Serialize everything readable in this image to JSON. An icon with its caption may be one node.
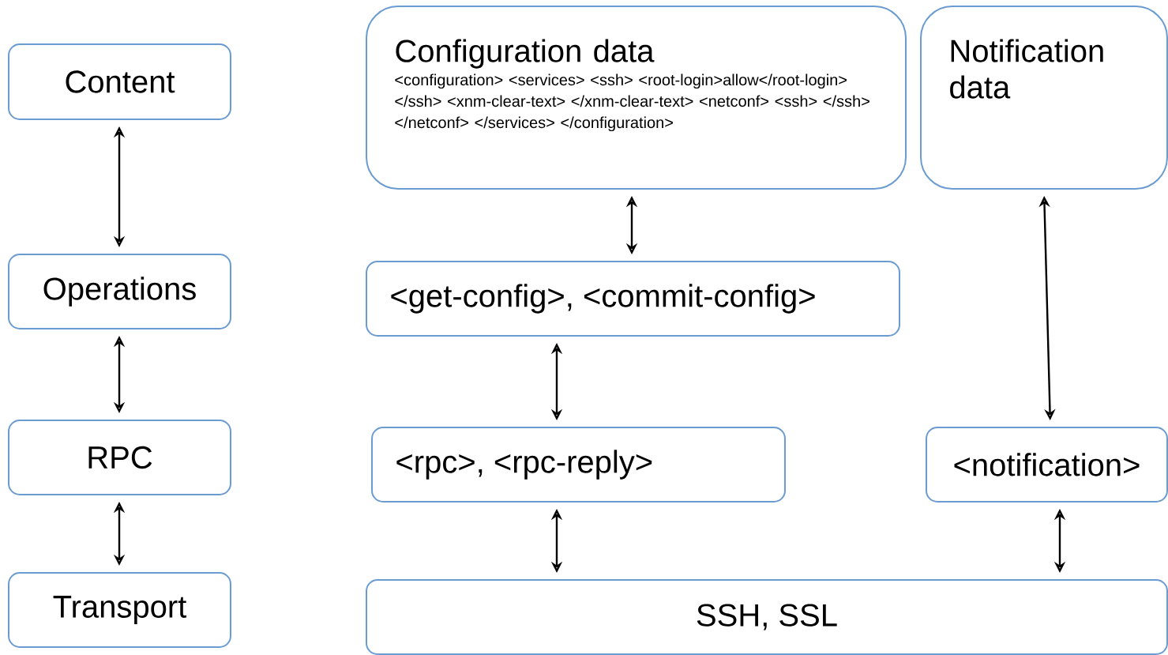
{
  "diagram": {
    "nodes": [
      {
        "text": [
          "Content"
        ]
      },
      {
        "text": [
          "Operations"
        ]
      },
      {
        "text": [
          "RPC"
        ]
      },
      {
        "text": [
          "Transport"
        ]
      },
      {
        "text": [
          "Configuration data",
          "<configuration> <services> <ssh> <root-login>allow</root-login> </ssh> <xnm-clear-text> </xnm-clear-text> <netconf> <ssh> </ssh> </netconf> </services> </configuration>"
        ]
      },
      {
        "text": [
          "Notification data"
        ]
      },
      {
        "text": [
          "<get-config>, <commit-config>"
        ]
      },
      {
        "text": [
          "<rpc>, <rpc-reply>"
        ]
      },
      {
        "text": [
          "<notification>"
        ]
      },
      {
        "text": [
          "SSH, SSL"
        ]
      }
    ],
    "edges": [
      {
        "from": 0,
        "to": 1,
        "arrow": "both"
      },
      {
        "from": 1,
        "to": 2,
        "arrow": "both"
      },
      {
        "from": 2,
        "to": 3,
        "arrow": "both"
      },
      {
        "from": 4,
        "to": 6,
        "arrow": "both"
      },
      {
        "from": 6,
        "to": 7,
        "arrow": "both"
      },
      {
        "from": 5,
        "to": 8,
        "arrow": "both"
      },
      {
        "from": 7,
        "to": 9,
        "arrow": "both"
      },
      {
        "from": 8,
        "to": 9,
        "arrow": "both"
      }
    ]
  }
}
